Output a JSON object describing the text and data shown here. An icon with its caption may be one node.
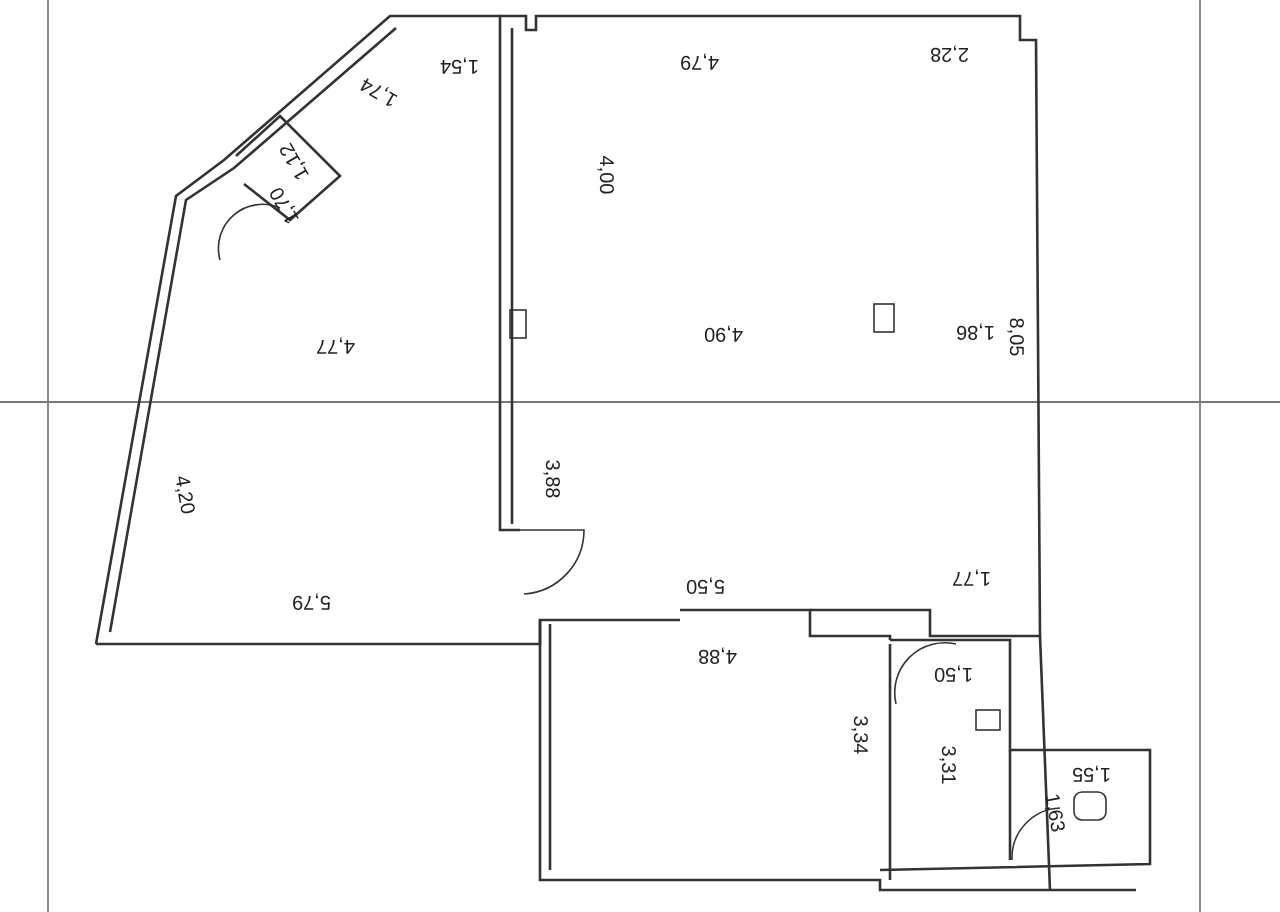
{
  "diagram": {
    "labels": [
      "1,54",
      "1,74",
      "1,12",
      "1,70",
      "4,77",
      "4,79",
      "2,28",
      "4,00",
      "4,90",
      "1,86",
      "8,05",
      "3,88",
      "4,20",
      "5,79",
      "5,50",
      "1,77",
      "4,88",
      "1,50",
      "3,34",
      "3,31",
      "1,55",
      "1,63"
    ]
  }
}
